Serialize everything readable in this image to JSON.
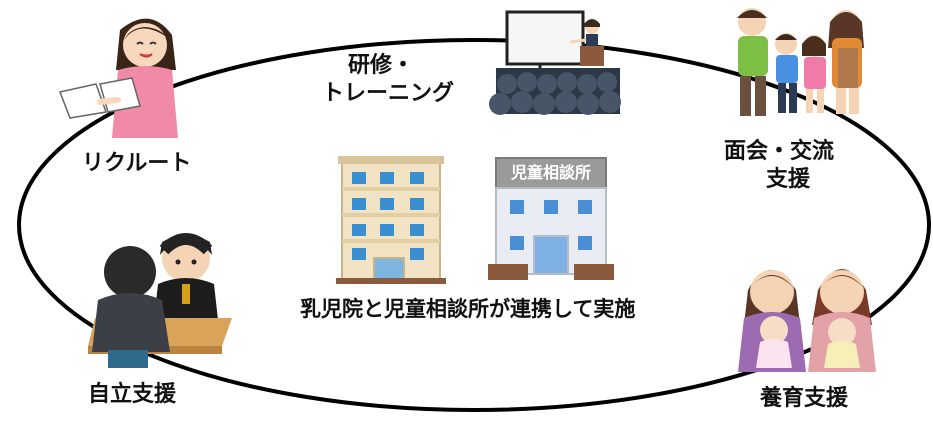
{
  "labels": {
    "training_line1": "研修・",
    "training_line2": "トレーニング",
    "recruit": "リクルート",
    "visit_line1": "面会・交流",
    "visit_line2": "支援",
    "independence": "自立支援",
    "parenting": "養育支援",
    "collaboration": "乳児院と児童相談所が連携して実施",
    "office_sign": "児童相談所"
  },
  "colors": {
    "ellipse_stroke": "#000000",
    "apartment_wall": "#f1e3c4",
    "apartment_window": "#3a8fd0",
    "office_sign_bg": "#9a9a9a",
    "office_wall": "#e9edf3",
    "office_window": "#4a8fd4",
    "ground": "#8a5a3c",
    "audience": "#3d4a5a",
    "screen": "#f6f6f6"
  }
}
